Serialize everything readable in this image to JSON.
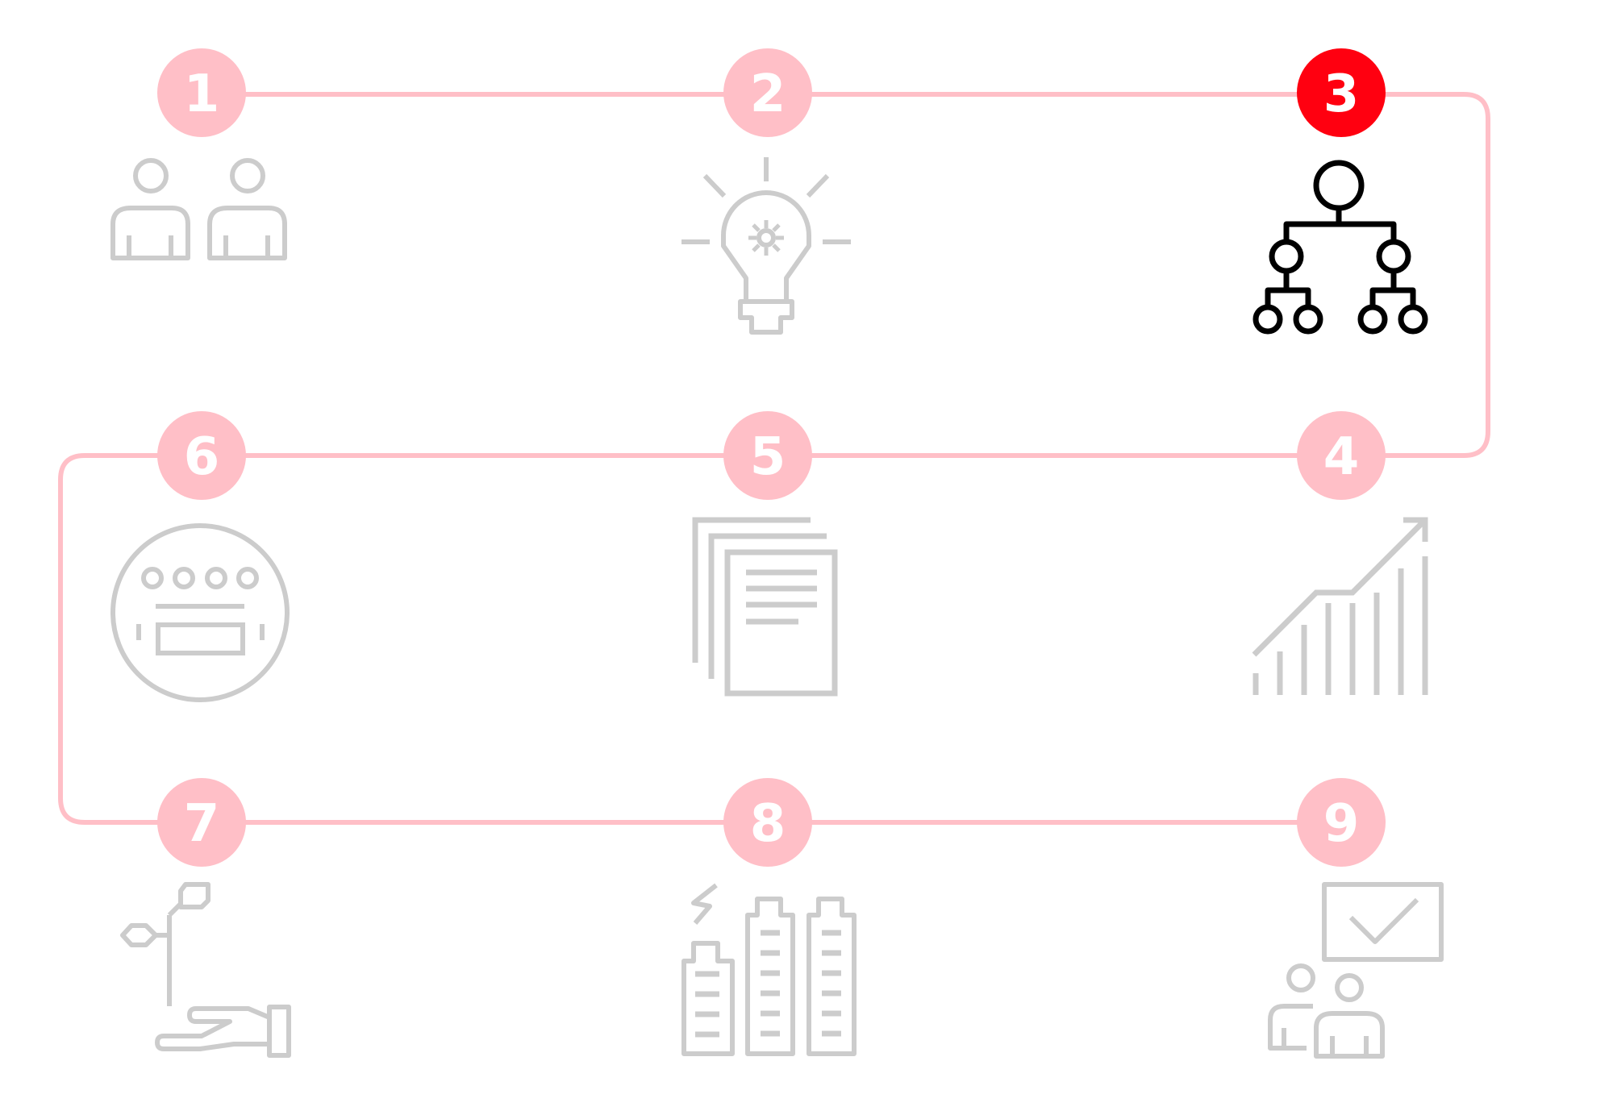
{
  "colors": {
    "path": "#ffbfc7",
    "badge_inactive": "#ffbfc7",
    "badge_active": "#ff0010",
    "icon_inactive": "#cccccc",
    "icon_active": "#000000",
    "badge_text": "#ffffff"
  },
  "steps": [
    {
      "number": "1",
      "icon": "team-people-icon",
      "active": false
    },
    {
      "number": "2",
      "icon": "lightbulb-gear-icon",
      "active": false
    },
    {
      "number": "3",
      "icon": "org-hierarchy-icon",
      "active": true
    },
    {
      "number": "4",
      "icon": "growth-chart-icon",
      "active": false
    },
    {
      "number": "5",
      "icon": "documents-icon",
      "active": false
    },
    {
      "number": "6",
      "icon": "meter-device-icon",
      "active": false
    },
    {
      "number": "7",
      "icon": "hand-plant-icon",
      "active": false
    },
    {
      "number": "8",
      "icon": "city-buildings-icon",
      "active": false
    },
    {
      "number": "9",
      "icon": "presentation-approval-icon",
      "active": false
    }
  ]
}
